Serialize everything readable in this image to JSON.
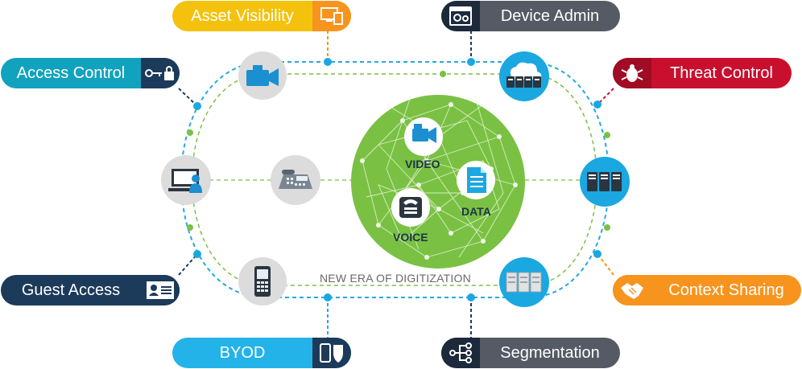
{
  "labels": {
    "asset_visibility": "Asset Visibility",
    "device_admin": "Device Admin",
    "access_control": "Access Control",
    "threat_control": "Threat Control",
    "guest_access": "Guest Access",
    "context_sharing": "Context Sharing",
    "byod": "BYOD",
    "segmentation": "Segmentation"
  },
  "center": {
    "video": "VIDEO",
    "data": "DATA",
    "voice": "VOICE"
  },
  "tagline": "NEW ERA OF DIGITIZATION",
  "colors": {
    "yellow": "#f4c20d",
    "orange": "#f7941e",
    "teal": "#11a3bd",
    "red": "#c8102e",
    "navy": "#1c3a5a",
    "grey": "#555a64",
    "sky": "#24b3e8",
    "green": "#7ac143",
    "blue_dot": "#1ba7e0",
    "node_grey": "#dcdcdc"
  },
  "icons": {
    "asset_visibility": "monitor-devices-icon",
    "device_admin": "admin-gear-icon",
    "access_control": "key-lock-icon",
    "threat_control": "bug-icon",
    "guest_access": "id-card-icon",
    "context_sharing": "handshake-icon",
    "byod": "phone-shield-icon",
    "segmentation": "branch-icon"
  }
}
